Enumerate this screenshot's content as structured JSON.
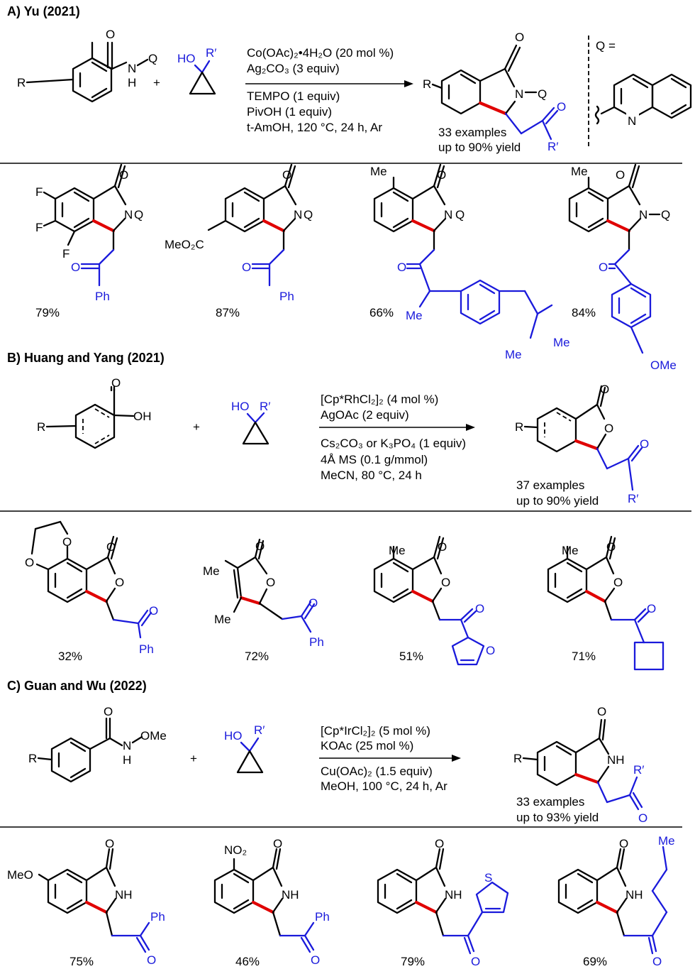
{
  "sections": [
    {
      "title": "A) Yu (2021)",
      "conditions": [
        "Co(OAc)₂•4H₂O (20 mol %)",
        "Ag₂CO₃ (3 equiv)",
        "TEMPO (1 equiv)",
        "PivOH  (1 equiv)",
        "t-AmOH, 120 °C, 24 h, Ar"
      ],
      "summary": [
        "33 examples",
        "up to 90% yield"
      ],
      "q_label": "Q =",
      "yields": [
        "79%",
        "87%",
        "66%",
        "84%"
      ]
    },
    {
      "title": "B) Huang and Yang (2021)",
      "conditions": [
        "[Cp*RhCl₂]₂ (4 mol %)",
        "AgOAc (2 equiv)",
        "Cs₂CO₃ or K₃PO₄ (1 equiv)",
        "4Å MS (0.1 g/mmol)",
        "MeCN, 80 °C, 24 h"
      ],
      "summary": [
        "37 examples",
        "up to 90% yield"
      ],
      "yields": [
        "32%",
        "72%",
        "51%",
        "71%"
      ]
    },
    {
      "title": "C) Guan and Wu (2022)",
      "conditions": [
        "[Cp*IrCl₂]₂ (5 mol %)",
        "KOAc (25 mol %)",
        "Cu(OAc)₂ (1.5 equiv)",
        "MeOH, 100 °C, 24 h, Ar"
      ],
      "summary": [
        "33 examples",
        "up to 93% yield"
      ],
      "yields": [
        "75%",
        "46%",
        "79%",
        "69%"
      ]
    }
  ],
  "atoms": {
    "O": "O",
    "N": "N",
    "H": "H",
    "NH": "NH",
    "Q": "Q",
    "R": "R",
    "Rp": "R′",
    "HO": "HO",
    "OH": "OH",
    "F": "F",
    "Ph": "Ph",
    "Me": "Me",
    "MeO2C": "MeO₂C",
    "OMe": "OMe",
    "MeO": "MeO",
    "NO2": "NO₂",
    "S": "S",
    "plus": "+"
  },
  "colors": {
    "new_bond": "#e00000",
    "cyclopropanol_fragment": "#1a1adb"
  }
}
